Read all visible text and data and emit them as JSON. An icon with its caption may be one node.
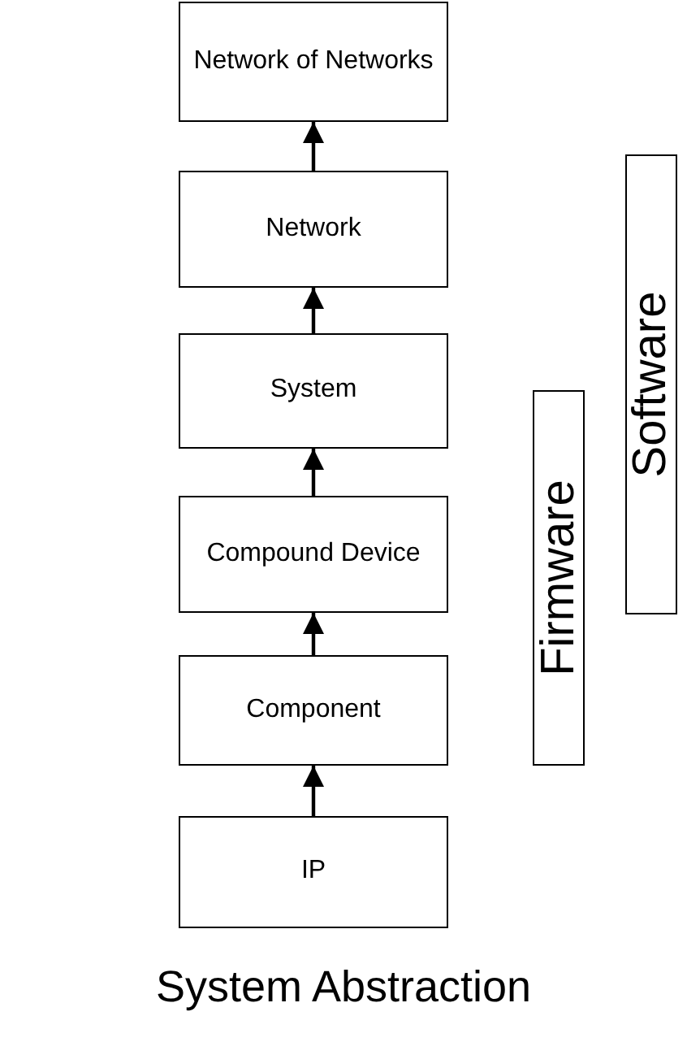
{
  "diagram": {
    "caption": "System Abstraction",
    "nodes": [
      {
        "text": [
          "Network of Networks"
        ]
      },
      {
        "text": [
          "Network"
        ]
      },
      {
        "text": [
          "System"
        ]
      },
      {
        "text": [
          "Compound Device"
        ]
      },
      {
        "text": [
          "Component"
        ]
      },
      {
        "text": [
          "IP"
        ]
      },
      {
        "text": [
          "Firmware"
        ]
      },
      {
        "text": [
          "Software"
        ]
      }
    ],
    "edges": [
      {
        "from": 5,
        "to": 4,
        "arrow": "to"
      },
      {
        "from": 4,
        "to": 3,
        "arrow": "to"
      },
      {
        "from": 3,
        "to": 2,
        "arrow": "to"
      },
      {
        "from": 2,
        "to": 1,
        "arrow": "to"
      },
      {
        "from": 1,
        "to": 0,
        "arrow": "to"
      }
    ]
  }
}
